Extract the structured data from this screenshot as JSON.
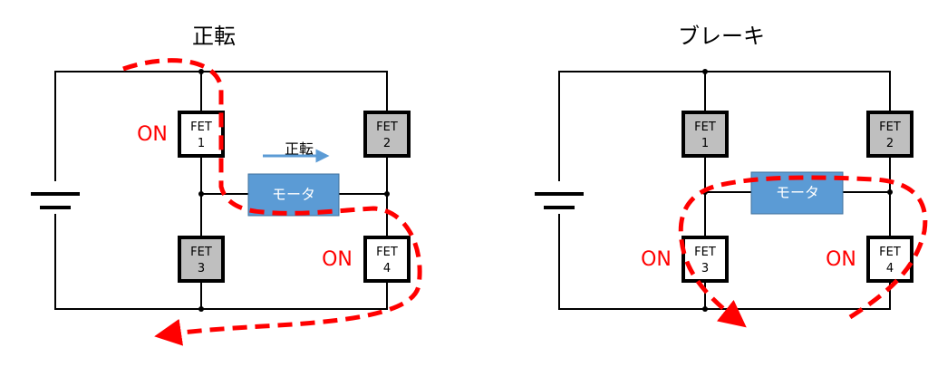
{
  "colors": {
    "wire": "#000000",
    "fet_on_fill": "#ffffff",
    "fet_off_fill": "#bfbfbf",
    "motor_fill": "#5b9bd5",
    "motor_text": "#ffffff",
    "current_path": "#ff0000",
    "on_label": "#ff0000",
    "direction_arrow": "#5b9bd5"
  },
  "left_panel": {
    "title": "正転",
    "motor_label": "モータ",
    "direction_label": "正転",
    "on_label_fet1": "ON",
    "on_label_fet4": "ON",
    "fets": [
      {
        "line1": "FET",
        "line2": "1",
        "state": "on"
      },
      {
        "line1": "FET",
        "line2": "2",
        "state": "off"
      },
      {
        "line1": "FET",
        "line2": "3",
        "state": "off"
      },
      {
        "line1": "FET",
        "line2": "4",
        "state": "on"
      }
    ]
  },
  "right_panel": {
    "title": "ブレーキ",
    "motor_label": "モータ",
    "on_label_fet3": "ON",
    "on_label_fet4": "ON",
    "fets": [
      {
        "line1": "FET",
        "line2": "1",
        "state": "off"
      },
      {
        "line1": "FET",
        "line2": "2",
        "state": "off"
      },
      {
        "line1": "FET",
        "line2": "3",
        "state": "on"
      },
      {
        "line1": "FET",
        "line2": "4",
        "state": "on"
      }
    ]
  }
}
